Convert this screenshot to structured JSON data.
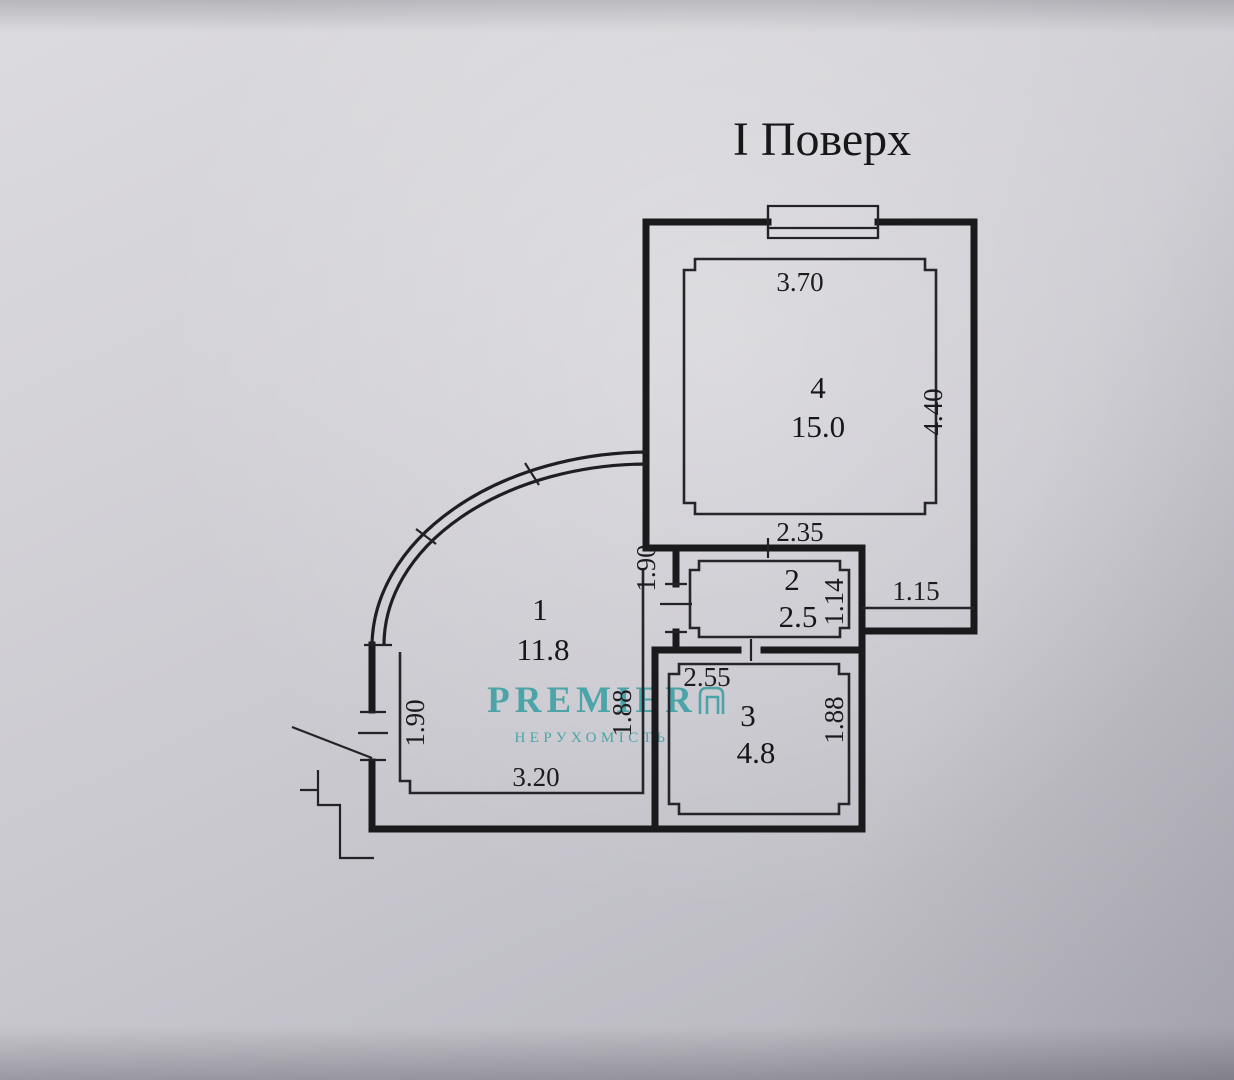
{
  "title": "І Поверх",
  "floor_plan": {
    "rooms": {
      "r1": {
        "number": "1",
        "area": "11.8",
        "dim_left": "1.90",
        "dim_bottom": "3.20"
      },
      "r2": {
        "number": "2",
        "area": "2.5",
        "dim_top": "2.35",
        "dim_right": "1.14",
        "dim_left": "1.90"
      },
      "r3": {
        "number": "3",
        "area": "4.8",
        "dim_top": "2.55",
        "dim_right": "1.88",
        "dim_left": "1.88"
      },
      "r4": {
        "number": "4",
        "area": "15.0",
        "dim_top": "3.70",
        "dim_right": "4.40",
        "dim_bottom_right": "1.15"
      }
    }
  },
  "watermark": {
    "brand": "PREMIER",
    "subtitle": "НЕРУХОМІСТЬ",
    "color": "#2b9b9e"
  },
  "colors": {
    "ink": "#1a1a1c",
    "paper_light": "#dcdbdf",
    "paper_dark": "#b5b4bc",
    "accent_teal": "#2b9b9e"
  }
}
